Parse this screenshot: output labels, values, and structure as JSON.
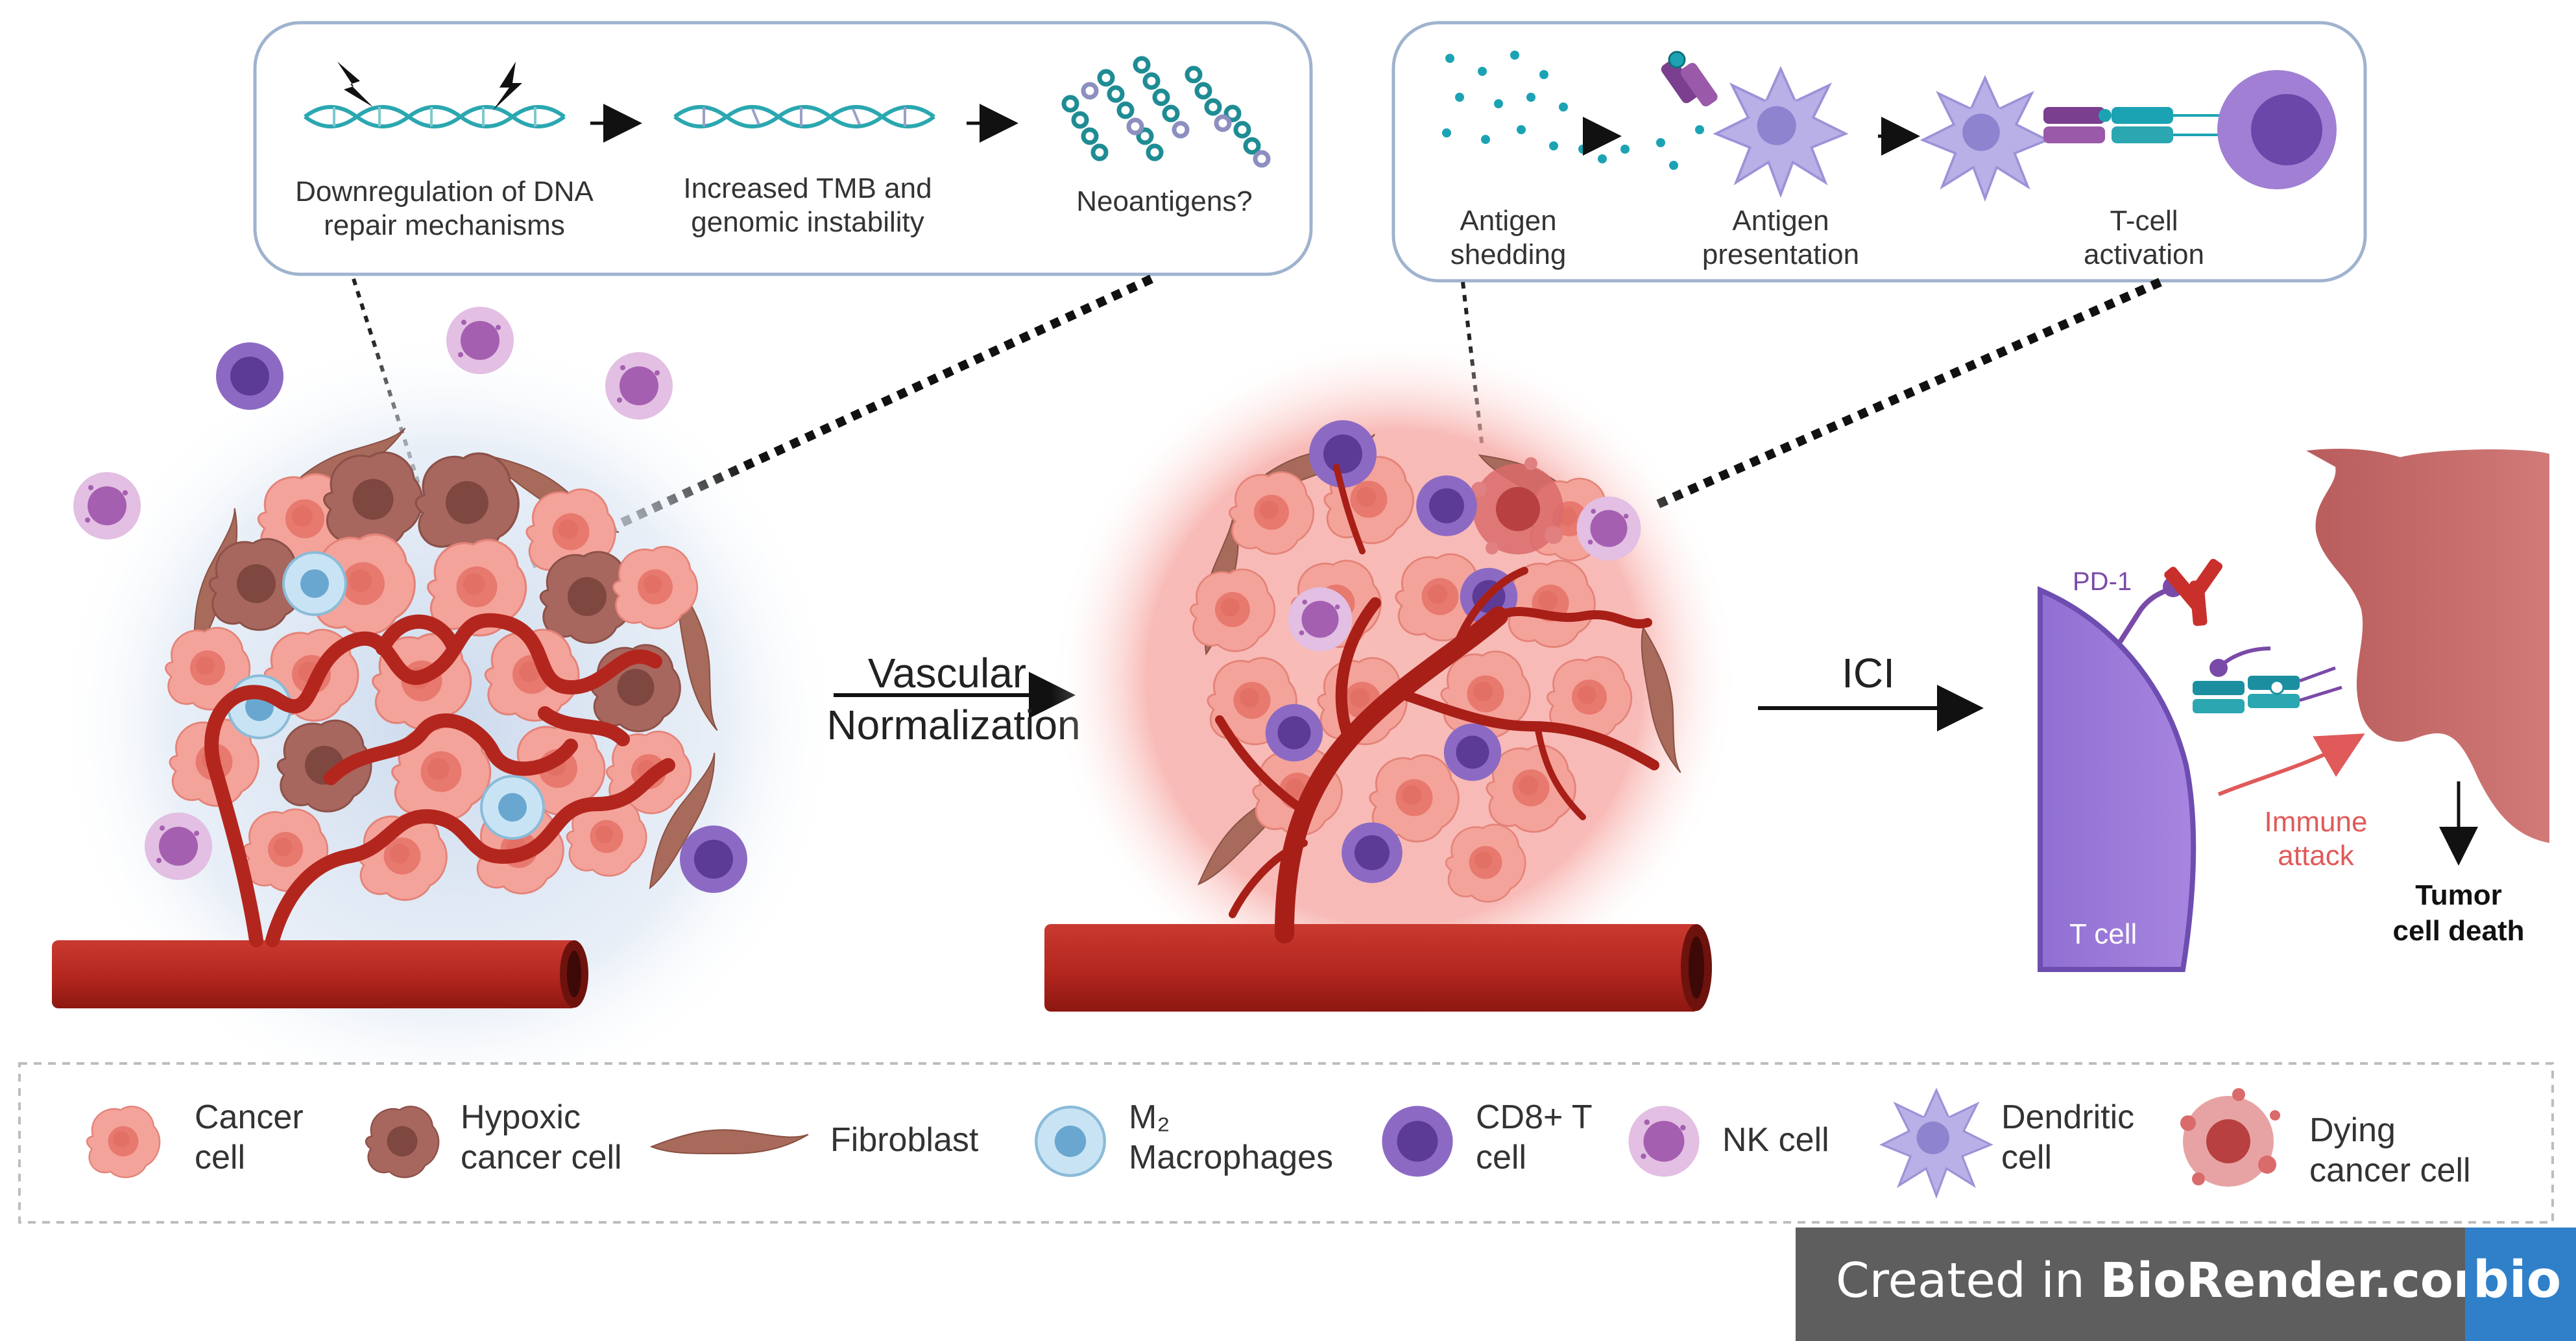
{
  "top_left_panel": {
    "step1": [
      "Downregulation of DNA",
      "repair mechanisms"
    ],
    "step2": [
      "Increased TMB and",
      "genomic instability"
    ],
    "step3": "Neoantigens?"
  },
  "top_right_panel": {
    "step1": [
      "Antigen",
      "shedding"
    ],
    "step2": [
      "Antigen",
      "presentation"
    ],
    "step3": [
      "T-cell",
      "activation"
    ]
  },
  "arrows": {
    "vascular": [
      "Vascular",
      "Normalization"
    ],
    "ici": "ICI"
  },
  "synapse": {
    "pd1": "PD-1",
    "t_cell": "T cell",
    "immune_attack": [
      "Immune",
      "attack"
    ],
    "tumor_death": [
      "Tumor",
      "cell death"
    ]
  },
  "legend": [
    {
      "label": [
        "Cancer",
        "cell"
      ],
      "icon": "cancer-cell-icon"
    },
    {
      "label": [
        "Hypoxic",
        "cancer cell"
      ],
      "icon": "hypoxic-cancer-cell-icon"
    },
    {
      "label": [
        "Fibroblast"
      ],
      "icon": "fibroblast-icon"
    },
    {
      "label": [
        "M₂",
        "Macrophages"
      ],
      "icon": "macrophage-icon"
    },
    {
      "label": [
        "CD8+ T",
        "cell"
      ],
      "icon": "cd8-t-cell-icon"
    },
    {
      "label": [
        "NK cell"
      ],
      "icon": "nk-cell-icon"
    },
    {
      "label": [
        "Dendritic",
        "cell"
      ],
      "icon": "dendritic-cell-icon"
    },
    {
      "label": [
        "Dying",
        "cancer cell"
      ],
      "icon": "dying-cancer-cell-icon"
    }
  ],
  "credit": {
    "prefix": "Created in ",
    "brand": "BioRender.com",
    "logo": "bio"
  },
  "colors": {
    "cancer": "#f4a39a",
    "cancer_nucleus": "#e8796f",
    "hypoxic": "#a8675e",
    "vessel": "#b3261e",
    "cd8": "#7b56b5",
    "nk": "#d9b3dd",
    "macrophage": "#bfe0f2",
    "dendritic": "#b8b0e6",
    "panel_border": "#9fb3cf",
    "credit_bg": "#5e5e5e",
    "logo_bg": "#2f80c8"
  }
}
